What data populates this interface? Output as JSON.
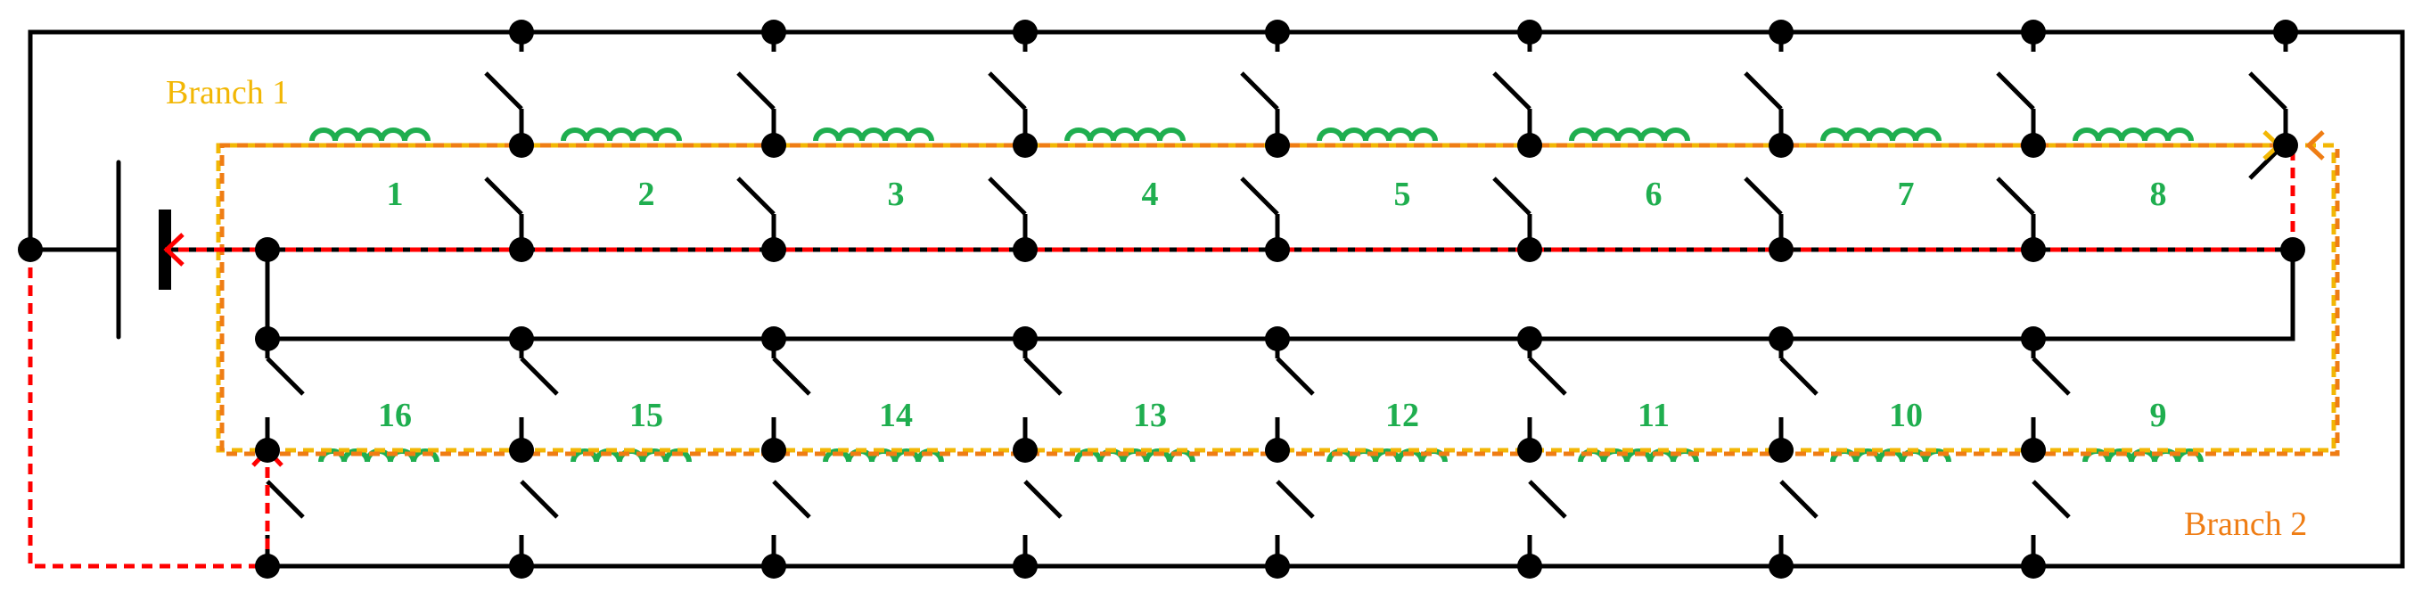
{
  "labels": {
    "branch1": "Branch 1",
    "branch2": "Branch 2"
  },
  "coils": {
    "top": [
      "1",
      "2",
      "3",
      "4",
      "5",
      "6",
      "7",
      "8"
    ],
    "bottom": [
      "16",
      "15",
      "14",
      "13",
      "12",
      "11",
      "10",
      "9"
    ]
  },
  "colors": {
    "wire": "#000000",
    "coil": "#1fae4f",
    "label": "#1fae4f",
    "branch1": "#f2b705",
    "branch2": "#ef7d14",
    "current": "#ff0000"
  }
}
